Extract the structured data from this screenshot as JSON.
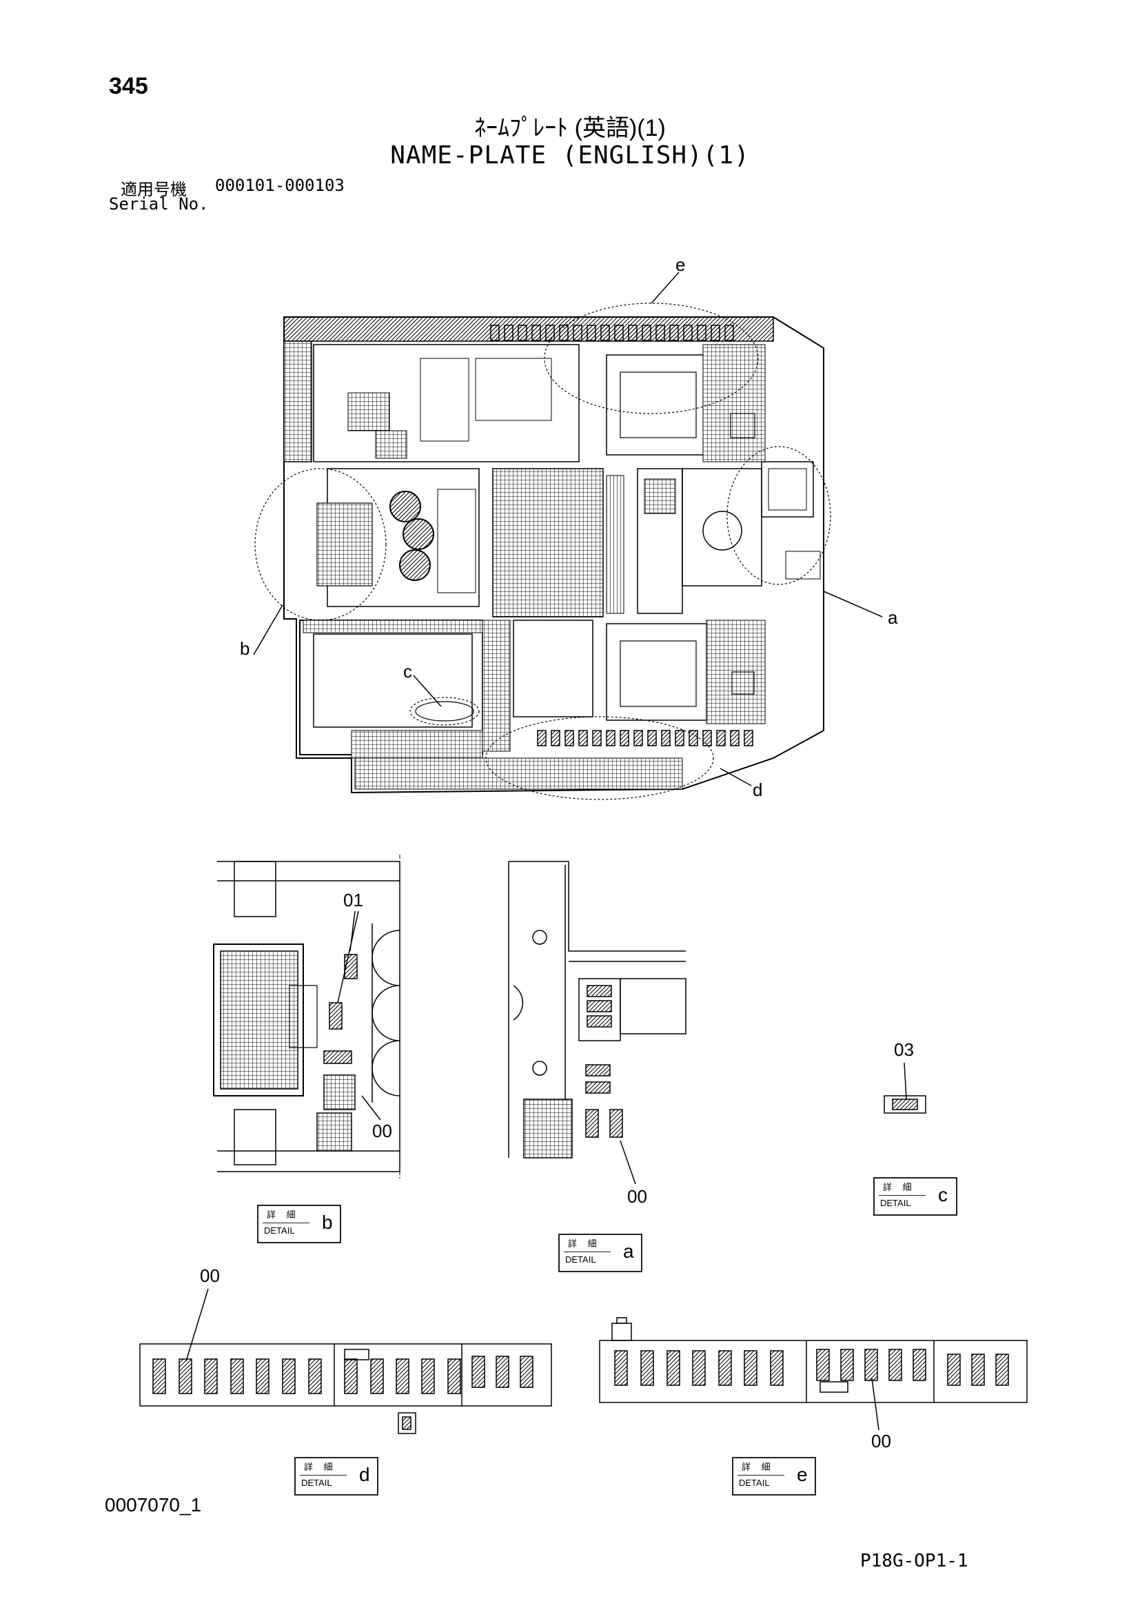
{
  "header": {
    "page_number": "345",
    "title_jp": "ﾈｰﾑﾌﾟﾚｰﾄ (英語)(1)",
    "title_en": "NAME-PLATE (ENGLISH)(1)",
    "serial_label_jp": "適用号機",
    "serial_range": "000101-000103",
    "serial_label_en": "Serial No."
  },
  "main_view": {
    "callouts": [
      "a",
      "b",
      "c",
      "d",
      "e"
    ]
  },
  "details": [
    {
      "id": "b",
      "jp": "詳 細",
      "en": "DETAIL",
      "letter": "b",
      "parts": [
        "01",
        "00"
      ]
    },
    {
      "id": "a",
      "jp": "詳 細",
      "en": "DETAIL",
      "letter": "a",
      "parts": [
        "00"
      ]
    },
    {
      "id": "c",
      "jp": "詳 細",
      "en": "DETAIL",
      "letter": "c",
      "parts": [
        "03"
      ]
    },
    {
      "id": "d",
      "jp": "詳 細",
      "en": "DETAIL",
      "letter": "d",
      "parts": [
        "00"
      ]
    },
    {
      "id": "e",
      "jp": "詳 細",
      "en": "DETAIL",
      "letter": "e",
      "parts": [
        "00"
      ]
    }
  ],
  "footer": {
    "drawing_code": "0007070_1",
    "page_code": "P18G-OP1-1"
  }
}
